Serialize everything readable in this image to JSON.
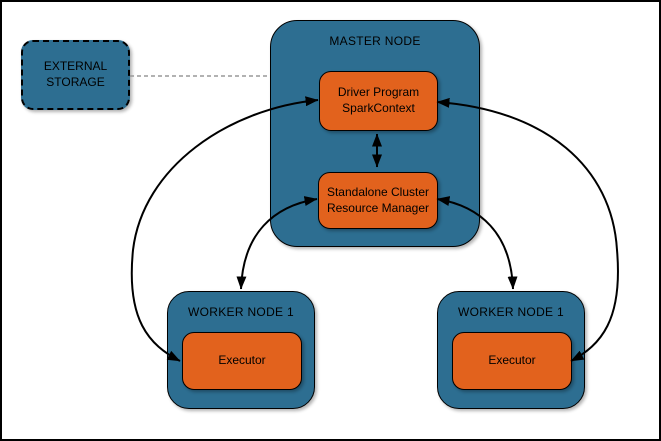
{
  "colors": {
    "node_fill": "#2d6e91",
    "component_fill": "#e2621d",
    "border": "#000000",
    "arrow": "#000000",
    "dashed_link": "#999999",
    "background": "#ffffff"
  },
  "external_storage": {
    "line1": "EXTERNAL",
    "line2": "STORAGE"
  },
  "master_node": {
    "label": "MASTER NODE"
  },
  "driver": {
    "line1": "Driver Program",
    "line2": "SparkContext"
  },
  "resource_manager": {
    "line1": "Standalone Cluster",
    "line2": "Resource Manager"
  },
  "worker_left": {
    "label": "WORKER NODE 1",
    "executor_label": "Executor"
  },
  "worker_right": {
    "label": "WORKER NODE 1",
    "executor_label": "Executor"
  },
  "edges": [
    {
      "from": "external-storage",
      "to": "master-node",
      "style": "dashed",
      "arrows": "none"
    },
    {
      "from": "driver-program",
      "to": "resource-manager",
      "style": "straight",
      "arrows": "both"
    },
    {
      "from": "driver-program",
      "to": "executor-left",
      "style": "curved",
      "arrows": "both"
    },
    {
      "from": "driver-program",
      "to": "executor-right",
      "style": "curved",
      "arrows": "both"
    },
    {
      "from": "resource-manager",
      "to": "worker-left",
      "style": "curved",
      "arrows": "both"
    },
    {
      "from": "resource-manager",
      "to": "worker-right",
      "style": "curved",
      "arrows": "both"
    }
  ]
}
